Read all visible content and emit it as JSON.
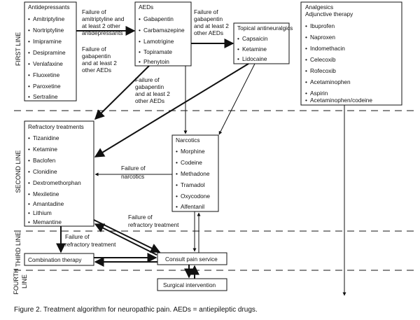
{
  "colors": {
    "ink": "#111111",
    "background": "#ffffff",
    "divider": "#444444"
  },
  "line_labels": [
    "FIRST LINE",
    "SECOND LINE",
    "THIRD LINE",
    "FOURTH LINE"
  ],
  "boxes": {
    "antidepressants": {
      "title": "Antidepressants",
      "items": [
        "Amitriptyline",
        "Nortriptyline",
        "Imipramine",
        "Desipramine",
        "Venlafaxine",
        "Fluoxetine",
        "Paroxetine",
        "Sertraline"
      ]
    },
    "aeds": {
      "title": "AEDs",
      "items": [
        "Gabapentin",
        "Carbamazepine",
        "Lamotrigine",
        "Topiramate",
        "Phenytoin"
      ]
    },
    "topical": {
      "title": "Topical antineuralgics",
      "items": [
        "Capsaicin",
        "Ketamine",
        "Lidocaine"
      ]
    },
    "analgesics": {
      "title": "Analgesics",
      "subtitle": "Adjunctive therapy",
      "items": [
        "Ibuprofen",
        "Naproxen",
        "Indomethacin",
        "Celecoxib",
        "Rofecoxib",
        "Acetaminophen",
        "Aspirin",
        "Acetaminophen/codeine"
      ]
    },
    "refractory": {
      "title": "Refractory treatments",
      "items": [
        "Tizanidine",
        "Ketamine",
        "Baclofen",
        "Clonidine",
        "Dextromethorphan",
        "Mexiletine",
        "Amantadine",
        "Lithium",
        "Memantine"
      ]
    },
    "narcotics": {
      "title": "Narcotics",
      "items": [
        "Morphine",
        "Codeine",
        "Methadone",
        "Tramadol",
        "Oxycodone",
        "Alfentanil"
      ]
    },
    "combination": {
      "title": "Combination therapy"
    },
    "consult": {
      "title": "Consult pain service"
    },
    "surgical": {
      "title": "Surgical intervention"
    }
  },
  "labels": {
    "fail_ami": [
      "Failure of",
      "amitriptyline and",
      "at least 2 other",
      "antidepressants"
    ],
    "fail_gaba_1": [
      "Failure of",
      "gabapentin",
      "and at least 2",
      "other AEDs"
    ],
    "fail_gaba_2": [
      "Failure of",
      "gabapentin",
      "and at least 2",
      "other AEDs"
    ],
    "fail_gaba_3": [
      "Failure of",
      "gabapentin",
      "and at least 2",
      "other AEDs"
    ],
    "fail_narcotics": [
      "Failure of",
      "narcotics"
    ],
    "fail_refractory_1": [
      "Failure of",
      "refractory treatment"
    ],
    "fail_refractory_2": [
      "Failure of",
      "refractory treatment"
    ]
  },
  "caption": "Figure 2.  Treatment algorithm for neuropathic pain.  AEDs = antiepileptic drugs."
}
